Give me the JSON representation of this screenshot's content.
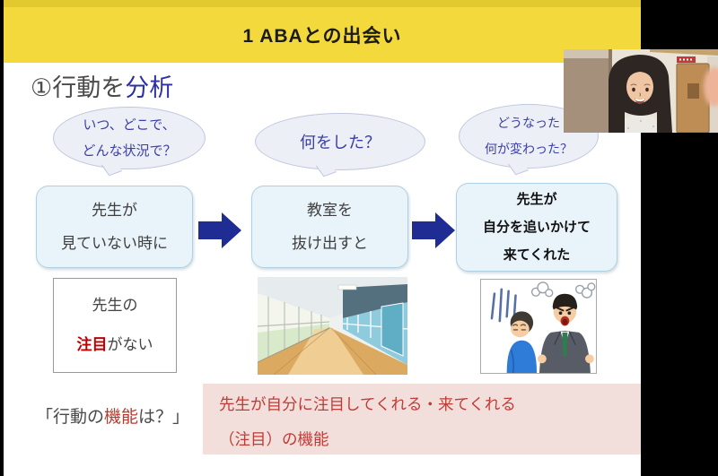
{
  "slide": {
    "banner": {
      "title": "1 ABAとの出会い"
    },
    "heading": {
      "prefix": "①行動を",
      "highlight": "分析"
    },
    "bubbles": {
      "antecedent": {
        "line1": "いつ、どこで、",
        "line2": "どんな状況で？"
      },
      "behavior": {
        "line1": "何をした？"
      },
      "consequence": {
        "line1": "どうなった",
        "line2": "何が変わった？"
      }
    },
    "flow": {
      "antecedent": {
        "line1": "先生が",
        "line2": "見ていない時に"
      },
      "behavior": {
        "line1": "教室を",
        "line2": "抜け出すと"
      },
      "consequence": {
        "line1": "先生が",
        "line2": "自分を追いかけて",
        "line3": "来てくれた"
      }
    },
    "state_box": {
      "line1": "先生の",
      "line2_em": "注目",
      "line2_rest": "がない"
    },
    "function_question": {
      "pre": "「行動の",
      "em": "機能",
      "post": "は？」"
    },
    "function_answer": {
      "line1": "先生が自分に注目してくれる・来てくれる",
      "line2": "（注目）の機能"
    },
    "images": {
      "hallway": "school-hallway",
      "scolding": "teacher-scolding-boy"
    }
  },
  "webcam": {
    "description": "presenter-video"
  },
  "colors": {
    "banner_yellow": "#F3D93B",
    "accent_blue": "#2B2FA8",
    "bubble_text_blue": "#3B3FA8",
    "arrow_navy": "#1F2C94",
    "emphasis_red": "#C00000",
    "answer_red": "#C13B34",
    "answer_bg": "#F2DEDB",
    "flow_box_bg": "#E9F3FA"
  }
}
